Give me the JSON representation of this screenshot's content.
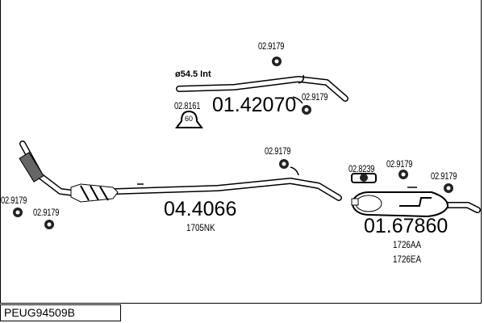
{
  "diagram_code": "PEUG94509B",
  "parts": {
    "front_pipe": {
      "number": "04.4066",
      "ref": "1705NK"
    },
    "middle_pipe": {
      "number": "01.42070",
      "diameter": "ø54.5 Int"
    },
    "rear_silencer": {
      "number": "01.67860",
      "refs": [
        "1726AA",
        "1726EA"
      ]
    }
  },
  "accessories": {
    "rubber_mount": "02.9179",
    "clamp_top": "02.8161",
    "clamp_top_size": "60",
    "clamp_rear": "02.8239"
  }
}
